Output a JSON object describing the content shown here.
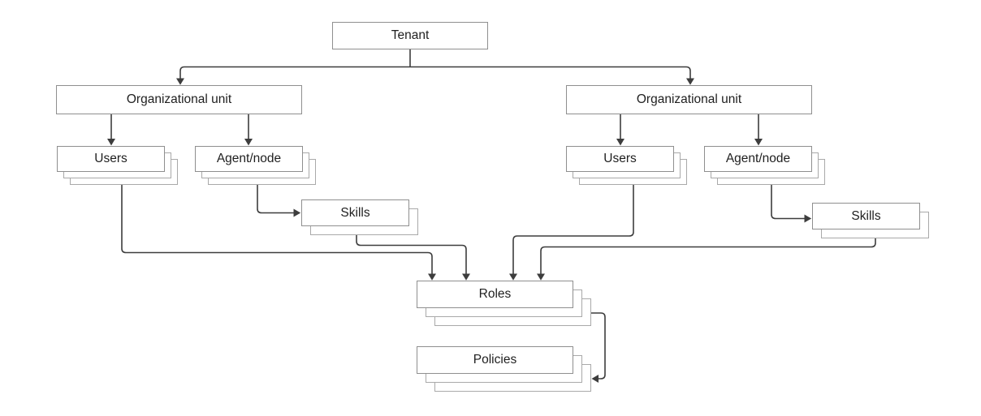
{
  "diagram": {
    "type": "hierarchy-flowchart",
    "nodes": {
      "tenant": {
        "label": "Tenant"
      },
      "org_unit_left": {
        "label": "Organizational unit"
      },
      "org_unit_right": {
        "label": "Organizational unit"
      },
      "users_left": {
        "label": "Users",
        "stacked": true
      },
      "agent_node_left": {
        "label": "Agent/node",
        "stacked": true
      },
      "skills_left": {
        "label": "Skills",
        "stacked": true
      },
      "users_right": {
        "label": "Users",
        "stacked": true
      },
      "agent_node_right": {
        "label": "Agent/node",
        "stacked": true
      },
      "skills_right": {
        "label": "Skills",
        "stacked": true
      },
      "roles": {
        "label": "Roles",
        "stacked": true
      },
      "policies": {
        "label": "Policies",
        "stacked": true
      }
    },
    "edges": [
      {
        "from": "tenant",
        "to": "org_unit_left"
      },
      {
        "from": "tenant",
        "to": "org_unit_right"
      },
      {
        "from": "org_unit_left",
        "to": "users_left"
      },
      {
        "from": "org_unit_left",
        "to": "agent_node_left"
      },
      {
        "from": "org_unit_right",
        "to": "users_right"
      },
      {
        "from": "org_unit_right",
        "to": "agent_node_right"
      },
      {
        "from": "agent_node_left",
        "to": "skills_left"
      },
      {
        "from": "agent_node_right",
        "to": "skills_right"
      },
      {
        "from": "users_left",
        "to": "roles"
      },
      {
        "from": "skills_left",
        "to": "roles"
      },
      {
        "from": "users_right",
        "to": "roles"
      },
      {
        "from": "skills_right",
        "to": "roles"
      },
      {
        "from": "roles",
        "to": "policies"
      }
    ],
    "colors": {
      "background": "#ffffff",
      "box_fill": "#ffffff",
      "box_border": "#8f8f8f",
      "ghost_border": "#a9a9a9",
      "connector": "#3d3d3d",
      "text": "#1f1f1f"
    }
  }
}
